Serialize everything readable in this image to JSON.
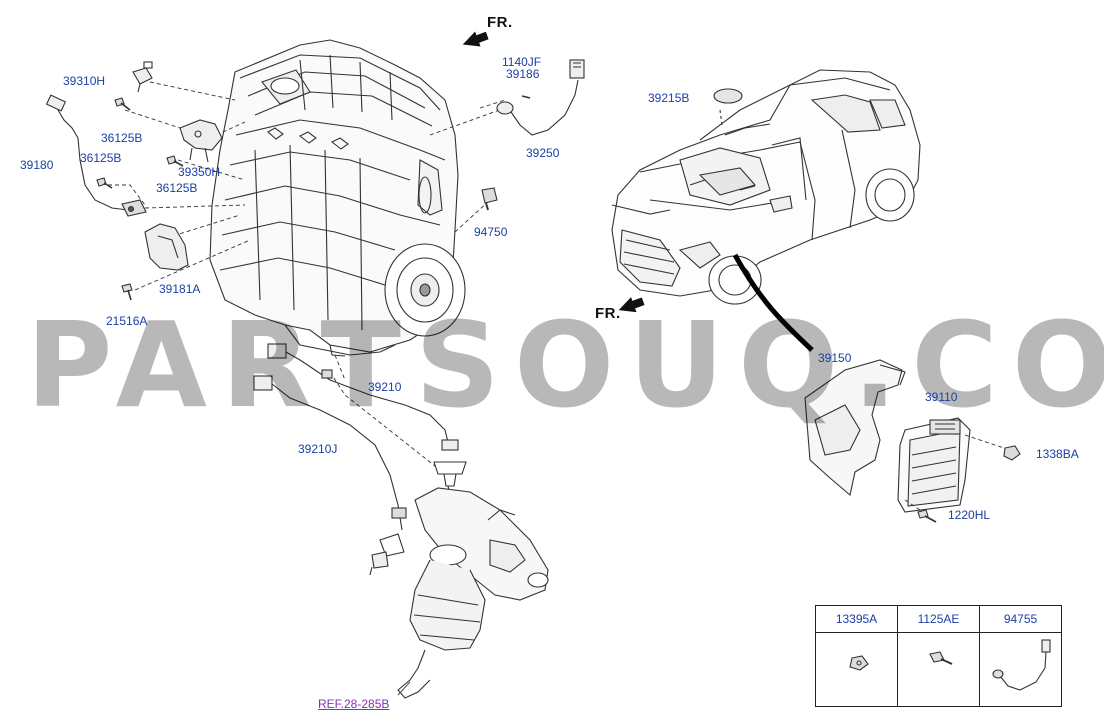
{
  "watermark": "PARTSOUQ.COM",
  "fr_markers": [
    "FR.",
    "FR."
  ],
  "callouts": {
    "c39310H": "39310H",
    "c36125B_a": "36125B",
    "c39180": "39180",
    "c36125B_b": "36125B",
    "c39350H": "39350H",
    "c36125B_c": "36125B",
    "c39181A": "39181A",
    "c21516A": "21516A",
    "c1140JF": "1140JF",
    "c39186": "39186",
    "c39250": "39250",
    "c94750": "94750",
    "c39215B": "39215B",
    "c39150": "39150",
    "c39110": "39110",
    "c1338BA": "1338BA",
    "c1220HL": "1220HL",
    "c39210": "39210",
    "c39210J": "39210J"
  },
  "reference_link": "REF.28-285B",
  "legend": {
    "headers": [
      "13395A",
      "1125AE",
      "94755"
    ]
  },
  "colors": {
    "callout_text": "#1a3fa6",
    "ref_link": "#8a2fb8",
    "line_art": "#333333"
  }
}
